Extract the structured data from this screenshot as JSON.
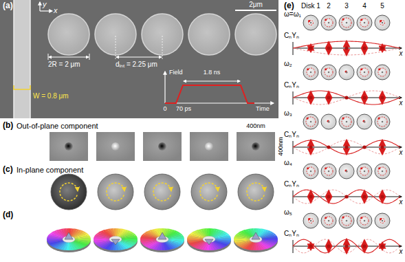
{
  "diagram": {
    "labels": [
      "(a)",
      "y",
      "x",
      "2μm",
      "2R = 2 μm",
      "dᵢₙₜ = 2.25 μm",
      "W = 0.8 μm",
      "Field",
      "1.8 ns",
      "70 ps",
      "0",
      "Time",
      "(b)",
      "Out-of-plane component",
      "400nm",
      "400nm",
      "(c)",
      "In-plane component",
      "(d)",
      "(e)",
      "Disk 1",
      "2",
      "3",
      "4",
      "5",
      "ω=ω₁",
      "CₙYₙ",
      "x",
      "ω₂",
      "CₙYₙ",
      "x",
      "ω₃",
      "CₙYₙ",
      "x",
      "ω₄",
      "CₙYₙ",
      "x",
      "ω₅",
      "CₙYₙ",
      "x"
    ]
  }
}
